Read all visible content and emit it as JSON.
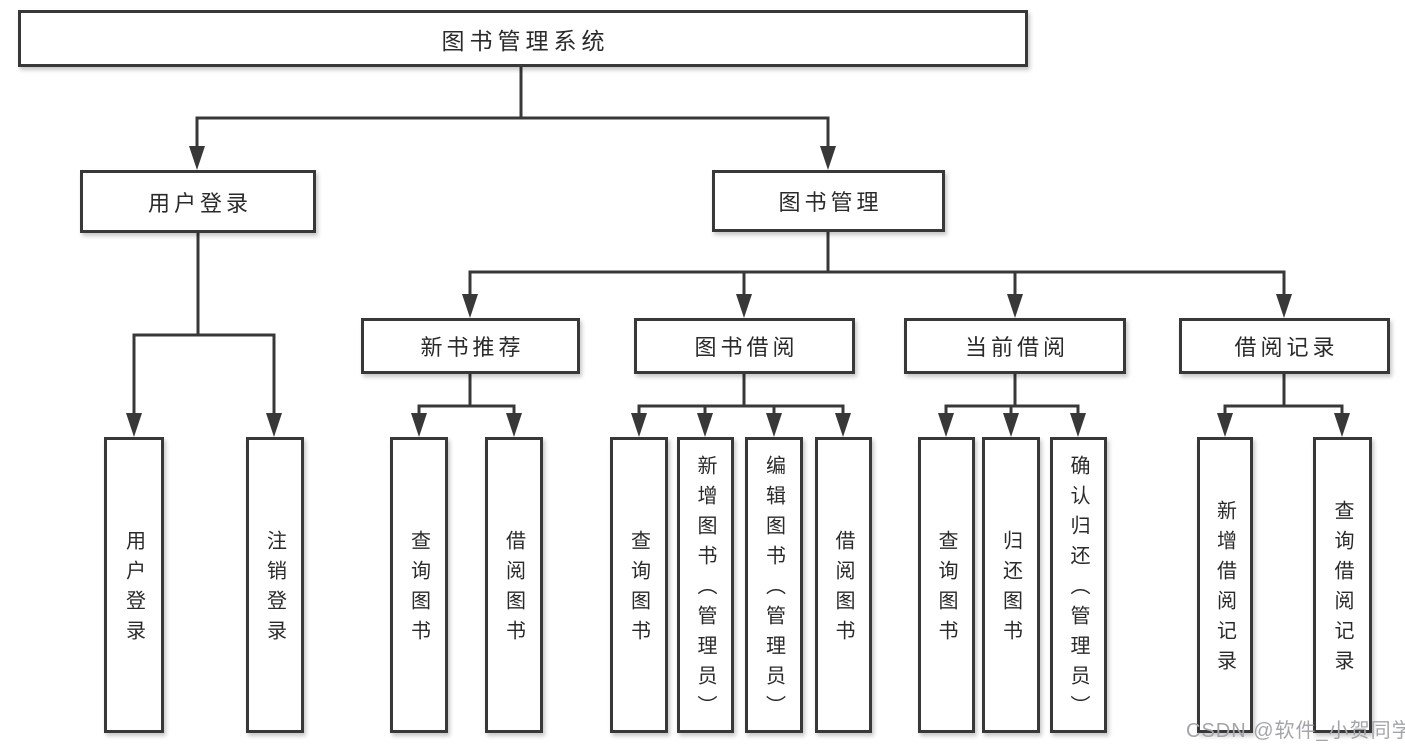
{
  "colors": {
    "line": "#383838",
    "text": "#2a2a2a",
    "watermark": "#a2a6ab",
    "background": "#ffffff"
  },
  "watermark": "CSDN @软件_小贺同学",
  "tree": {
    "root": {
      "label": "图书管理系统",
      "children": [
        {
          "label": "用户登录",
          "children": [
            {
              "label": "用户登录"
            },
            {
              "label": "注销登录"
            }
          ]
        },
        {
          "label": "图书管理",
          "children": [
            {
              "label": "新书推荐",
              "children": [
                {
                  "label": "查询图书"
                },
                {
                  "label": "借阅图书"
                }
              ]
            },
            {
              "label": "图书借阅",
              "children": [
                {
                  "label": "查询图书"
                },
                {
                  "label": "新增图书（管理员）"
                },
                {
                  "label": "编辑图书（管理员）"
                },
                {
                  "label": "借阅图书"
                }
              ]
            },
            {
              "label": "当前借阅",
              "children": [
                {
                  "label": "查询图书"
                },
                {
                  "label": "归还图书"
                },
                {
                  "label": "确认归还（管理员）"
                }
              ]
            },
            {
              "label": "借阅记录",
              "children": [
                {
                  "label": "新增借阅记录"
                },
                {
                  "label": "查询借阅记录"
                }
              ]
            }
          ]
        }
      ]
    }
  }
}
